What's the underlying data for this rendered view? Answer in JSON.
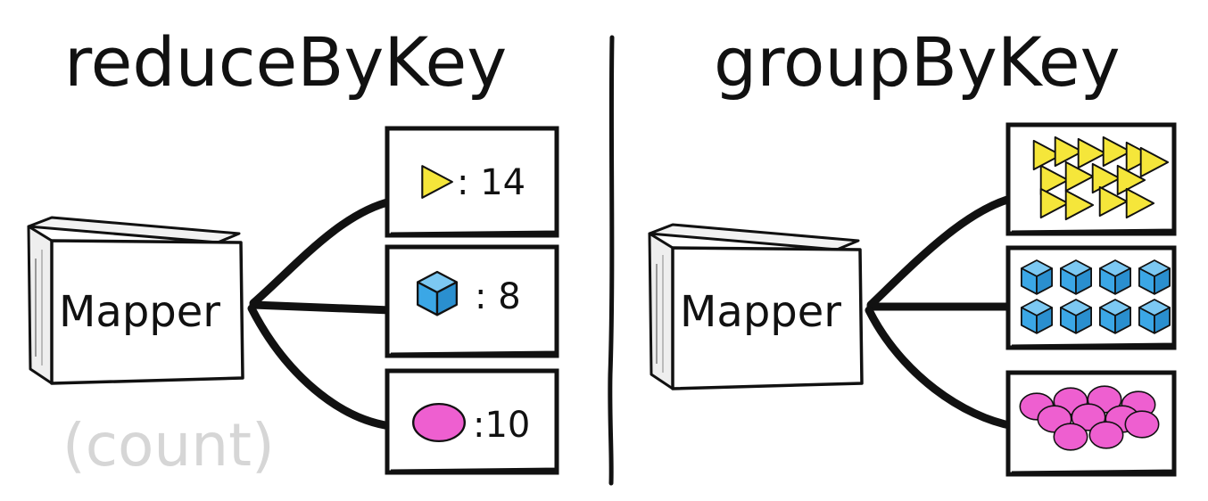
{
  "left": {
    "title": "reduceByKey",
    "mapper_label": "Mapper",
    "annotation": "(count)",
    "results": [
      {
        "shape": "triangle-icon",
        "text": ": 14"
      },
      {
        "shape": "cube-icon",
        "text": ": 8"
      },
      {
        "shape": "circle-icon",
        "text": ":10"
      }
    ]
  },
  "right": {
    "title": "groupByKey",
    "mapper_label": "Mapper",
    "groups": [
      {
        "shape": "triangle-icon",
        "count": 14
      },
      {
        "shape": "cube-icon",
        "count": 8
      },
      {
        "shape": "circle-icon",
        "count": 10
      }
    ]
  },
  "colors": {
    "triangle": "#f5e63a",
    "cube": "#3ba7e6",
    "circle": "#ee5fd0",
    "ink": "#111111",
    "annotation": "#d6d6d6"
  }
}
